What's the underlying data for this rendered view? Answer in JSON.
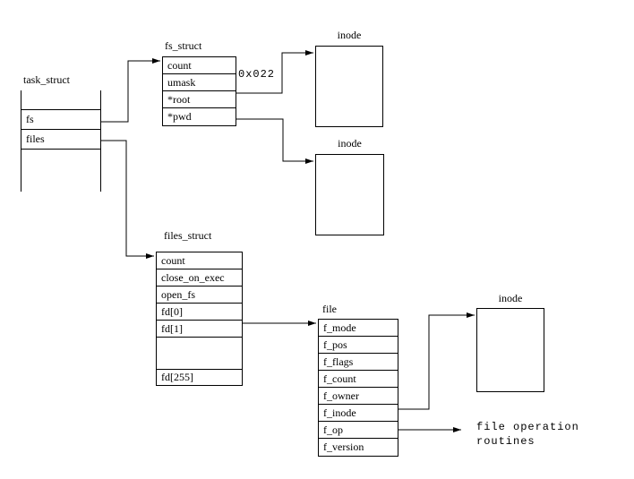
{
  "diagram": {
    "task_struct": {
      "title": "task_struct",
      "rows": [
        "fs",
        "files"
      ]
    },
    "fs_struct": {
      "title": "fs_struct",
      "rows": [
        "count",
        "umask",
        "*root",
        "*pwd"
      ],
      "umask_value": "0x022"
    },
    "inode_top": {
      "title": "inode"
    },
    "inode_mid": {
      "title": "inode"
    },
    "inode_right": {
      "title": "inode"
    },
    "files_struct": {
      "title": "files_struct",
      "rows": [
        "count",
        "close_on_exec",
        "open_fs",
        "fd[0]",
        "fd[1]",
        "",
        "fd[255]"
      ]
    },
    "file": {
      "title": "file",
      "rows": [
        "f_mode",
        "f_pos",
        "f_flags",
        "f_count",
        "f_owner",
        "f_inode",
        "f_op",
        "f_version"
      ]
    },
    "file_op_routines": {
      "line1": "file operation",
      "line2": "routines"
    },
    "colors": {
      "line": "#000000",
      "background": "#ffffff",
      "text": "#000000"
    }
  }
}
